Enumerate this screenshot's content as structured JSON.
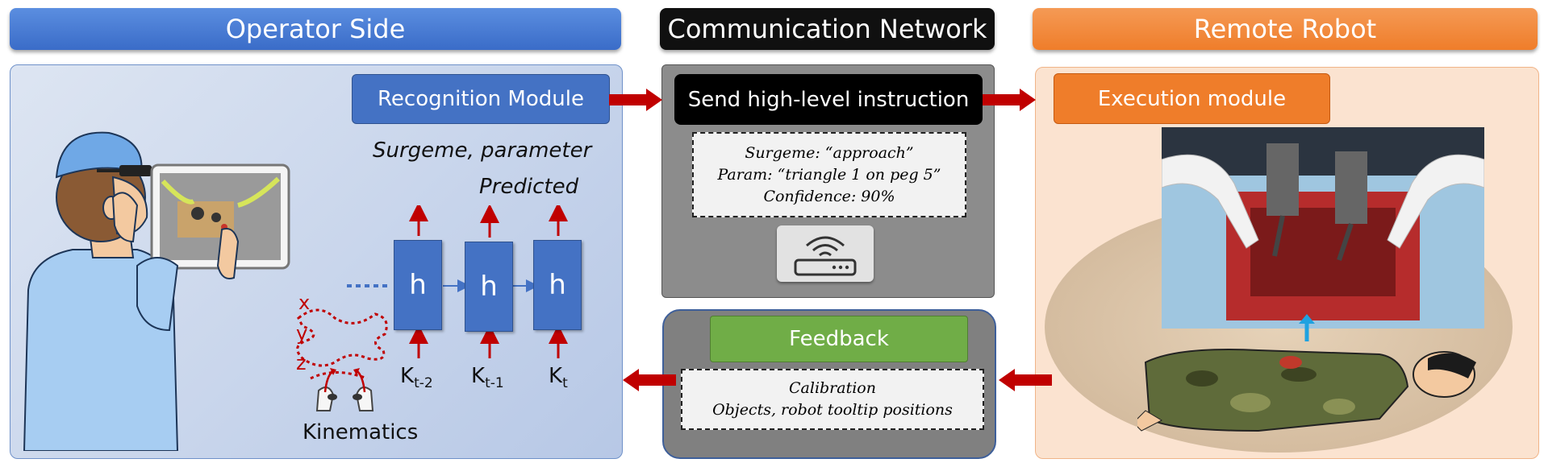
{
  "headers": {
    "operator": "Operator Side",
    "network": "Communication Network",
    "robot": "Remote Robot"
  },
  "operator": {
    "module": "Recognition Module",
    "line1": "Surgeme, parameter",
    "line2": "Predicted",
    "hidden_unit": "h",
    "k_base": "K",
    "k_subs": [
      "t-2",
      "t-1",
      "t"
    ],
    "axes": [
      "x",
      "y",
      "z"
    ],
    "kinematics": "Kinematics"
  },
  "network": {
    "send": "Send high-level instruction",
    "instruction_lines": [
      "Surgeme: “approach”",
      "Param: “triangle 1 on peg 5”",
      "Confidence: 90%"
    ],
    "feedback": "Feedback",
    "feedback_lines": [
      "Calibration",
      "Objects, robot tooltip positions"
    ]
  },
  "robot": {
    "module": "Execution module"
  },
  "colors": {
    "blue": "#4472c4",
    "orange": "#ef7d2a",
    "green": "#70ad47",
    "arrow_red": "#c00000"
  }
}
